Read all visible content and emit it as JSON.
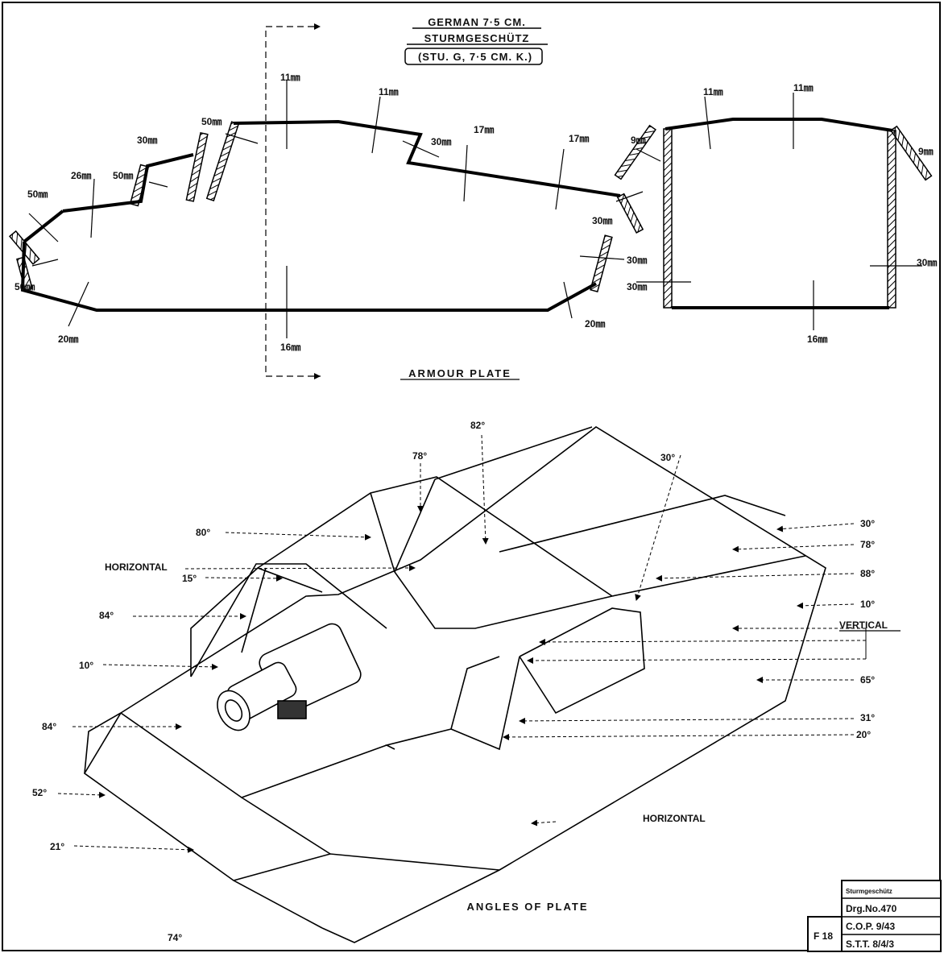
{
  "title": {
    "line1": "GERMAN 7·5 CM.",
    "line2": "STURMGESCHÜTZ",
    "line3": "(STU. G, 7·5 CM. K.)"
  },
  "armour_caption": "ARMOUR PLATE",
  "angles_caption": "ANGLES OF PLATE",
  "side_labels": {
    "top_front": "11㎜",
    "top_mid": "11㎜",
    "glacis_50": "50㎜",
    "step_30": "30㎜",
    "step_50": "50㎜",
    "upper_26": "26㎜",
    "nose_50": "50㎜",
    "lower_50": "50㎜",
    "belly_20": "20㎜",
    "belly_16": "16㎜",
    "rear_step_30": "30㎜",
    "deck_17a": "17㎜",
    "deck_17b": "17㎜",
    "rear_30a": "30㎜",
    "rear_30b": "30㎜",
    "rear_20": "20㎜"
  },
  "section_labels": {
    "roof_a": "11㎜",
    "roof_b": "11㎜",
    "left_9": "9㎜",
    "right_9": "9㎜",
    "left_30": "30㎜",
    "right_30": "30㎜",
    "floor_16": "16㎜"
  },
  "angle_labels": {
    "a82": "82°",
    "a78": "78°",
    "a30top": "30°",
    "a80": "80°",
    "horizontal_top": "HORIZONTAL",
    "a15": "15°",
    "a84a": "84°",
    "a10left": "10°",
    "a84b": "84°",
    "a52": "52°",
    "a21": "21°",
    "a74": "74°",
    "r30": "30°",
    "r78": "78°",
    "r88": "88°",
    "r10": "10°",
    "vertical": "VERTICAL",
    "r65": "65°",
    "r31": "31°",
    "r20": "20°",
    "horizontal_bottom": "HORIZONTAL"
  },
  "title_block": {
    "name": "Sturmgeschütz",
    "drg": "Drg.No.470",
    "cop": "C.O.P. 9/43",
    "stt": "S.T.T. 8/4/3",
    "ref": "F 18"
  }
}
